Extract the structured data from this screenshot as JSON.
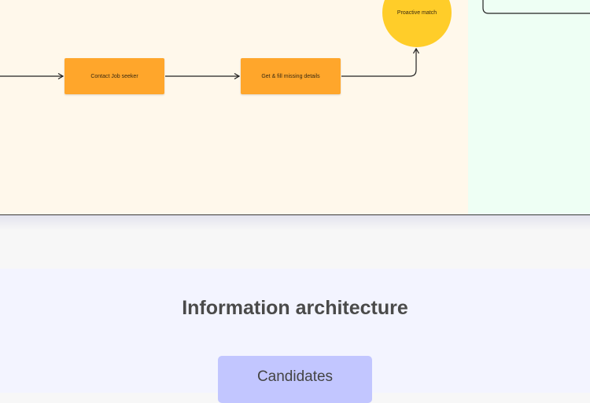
{
  "flow": {
    "nodes": {
      "contact": "Contact Job seeker",
      "fill": "Get & fill missing details",
      "match": "Proactive match"
    }
  },
  "ia": {
    "title": "Information architecture",
    "node": "Candidates"
  }
}
